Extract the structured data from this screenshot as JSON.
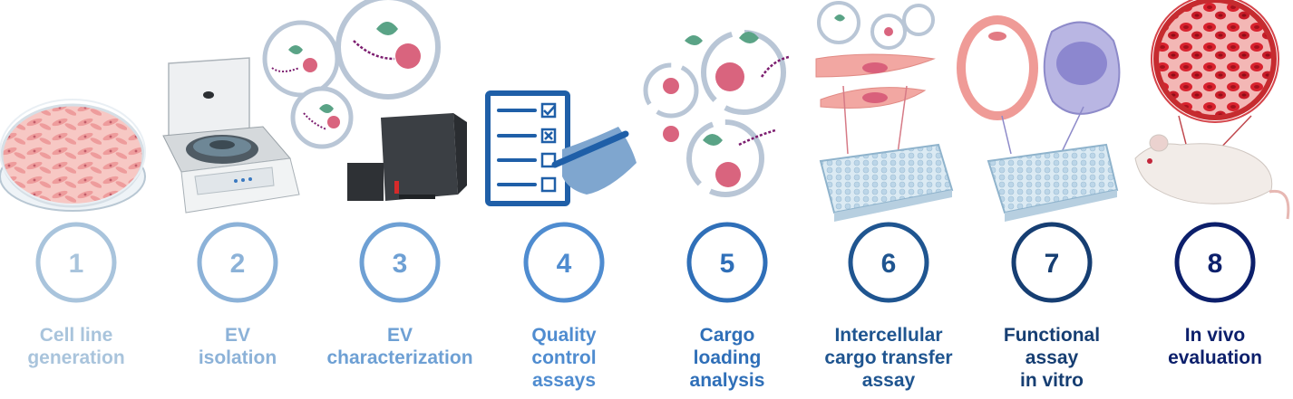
{
  "colors": {
    "step1": "#a9c4dc",
    "step2": "#8cb2d8",
    "step3": "#6ea0d4",
    "step4": "#4f8cd0",
    "step5": "#2f6fb8",
    "step6": "#1f5590",
    "step7": "#163e72",
    "step8": "#0c1f6b",
    "cell_pink": "#ee9c9c",
    "protein_green": "#5aa386",
    "protein_pink": "#d9647e",
    "rna_purple": "#7c1d6f",
    "vesicle_ring": "#b9c6d6",
    "plate_blue": "#cfe2ef",
    "clipboard_blue": "#1f5fa8"
  },
  "steps": [
    {
      "number": "1",
      "label": "Cell line\ngeneration",
      "icon": "petri-dish-icon"
    },
    {
      "number": "2",
      "label": "EV\nisolation",
      "icon": "centrifuge-icon"
    },
    {
      "number": "3",
      "label": "EV\ncharacterization",
      "icon": "analyzer-instrument-icon"
    },
    {
      "number": "4",
      "label": "Quality\ncontrol\nassays",
      "icon": "clipboard-checklist-icon"
    },
    {
      "number": "5",
      "label": "Cargo\nloading\nanalysis",
      "icon": "loaded-vesicles-icon"
    },
    {
      "number": "6",
      "label": "Intercellular\ncargo transfer\nassay",
      "icon": "well-plate-cells-icon"
    },
    {
      "number": "7",
      "label": "Functional\nassay\nin vitro",
      "icon": "well-plate-immune-cell-icon"
    },
    {
      "number": "8",
      "label": "In vivo\nevaluation",
      "icon": "mouse-icon"
    }
  ]
}
